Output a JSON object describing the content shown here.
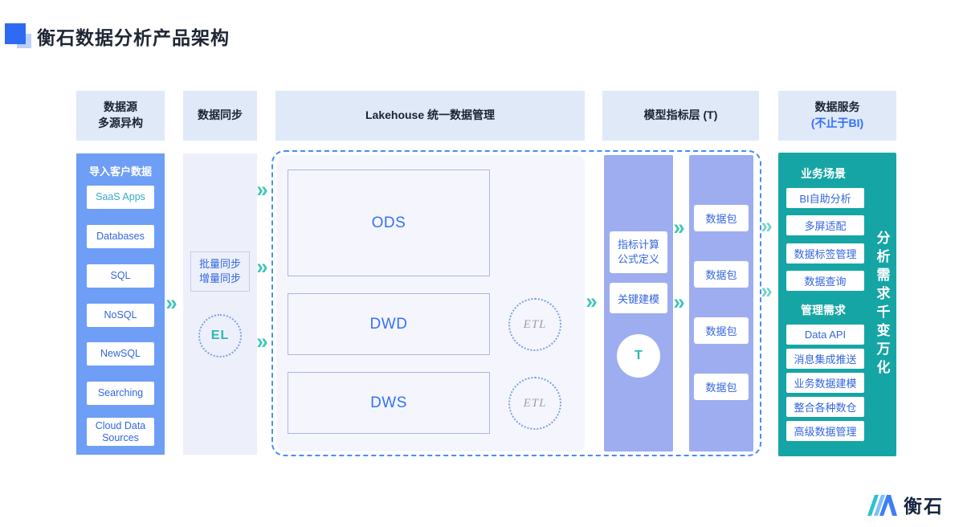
{
  "title": "衡石数据分析产品架构",
  "sections": {
    "source": {
      "header1": "数据源",
      "header2": "多源异构",
      "label": "导入客户数据",
      "items": [
        "SaaS Apps",
        "Databases",
        "SQL",
        "NoSQL",
        "NewSQL",
        "Searching",
        "Cloud Data Sources"
      ]
    },
    "sync": {
      "header": "数据同步",
      "box_line1": "批量同步",
      "box_line2": "增量同步",
      "circle": "EL"
    },
    "lakehouse": {
      "header": "Lakehouse 统一数据管理",
      "layers": [
        "ODS",
        "DWD",
        "DWS"
      ],
      "etl_label": "ETL"
    },
    "model": {
      "header": "模型指标层 (T)",
      "metric_line1": "指标计算",
      "metric_line2": "公式定义",
      "modeling": "关键建模",
      "circle": "T",
      "packages": [
        "数据包",
        "数据包",
        "数据包",
        "数据包"
      ]
    },
    "service": {
      "header1": "数据服务",
      "header2": "(不止于BI)",
      "scene_label": "业务场景",
      "scene_items": [
        "BI自助分析",
        "多屏适配",
        "数据标签管理",
        "数据查询"
      ],
      "manage_label": "管理需求",
      "manage_items": [
        "Data API",
        "消息集成推送",
        "业务数据建模",
        "整合各种数仓",
        "高级数据管理"
      ],
      "vertical_text": "分析需求千变万化"
    }
  },
  "arrow_glyph": "»",
  "logo": {
    "text": "衡石"
  },
  "colors": {
    "brand_blue": "#2e6bf2",
    "column_blue": "#6e9ef5",
    "column_purple": "#9dadf0",
    "column_teal": "#16a5a5",
    "header_bg": "#dfe9f8",
    "box_text_blue": "#3366e0",
    "accent_teal": "#2cb9ae",
    "dashed_border": "#4a8cf7",
    "link_blue": "#3370ff",
    "saas_text_teal": "#35aacb"
  }
}
